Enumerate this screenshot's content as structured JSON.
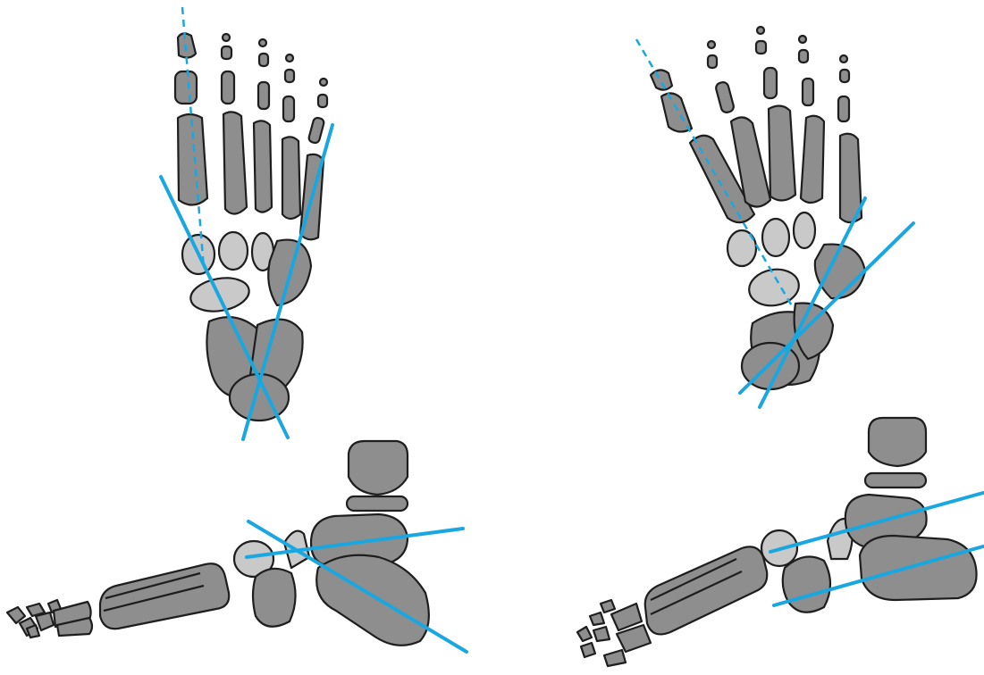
{
  "colors": {
    "background": "#ffffff",
    "bone_dark": "#8e8e8e",
    "bone_light": "#c9c9c9",
    "outline": "#1e1e1e",
    "axis_line": "#1aa7e0"
  },
  "panels": [
    {
      "view": "dorsoplantar",
      "condition": "normal"
    },
    {
      "view": "dorsoplantar",
      "condition": "abnormal"
    },
    {
      "view": "lateral",
      "condition": "normal"
    },
    {
      "view": "lateral",
      "condition": "abnormal"
    }
  ]
}
